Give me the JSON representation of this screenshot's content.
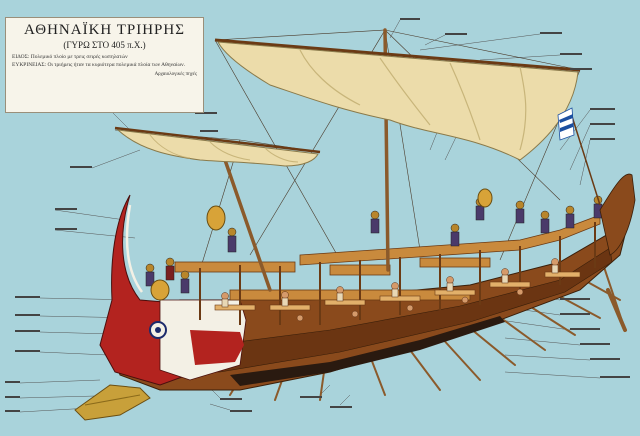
{
  "title": {
    "main": "ΑΘΗΝΑΪΚΗ ΤΡΙΗΡΗΣ",
    "subtitle": "(ΓΥΡΩ ΣΤΟ 405 π.Χ.)"
  },
  "captions": [
    {
      "label": "ΕΙΔΟΣ:",
      "text": "Πολεμικό πλοίο με τρεις σειρές κωπηλατών"
    },
    {
      "label": "ΕΥΚΡΙΝΕΙΑΣ:",
      "text": "Οι τριήρεις ήταν τα κυριότερα πολεμικά πλοία των Αθηναίων."
    }
  ],
  "source": "Αρχαιολογικές πηγές",
  "colors": {
    "background": "#a9d3db",
    "sail": "#ecdcaa",
    "hull_red": "#b3231f",
    "hull_wood": "#8a4a1c",
    "deck": "#c98a3d",
    "bronze": "#c8a03a"
  },
  "icons": {
    "flag": "greek-flag-icon",
    "shield": "round-shield-icon"
  }
}
